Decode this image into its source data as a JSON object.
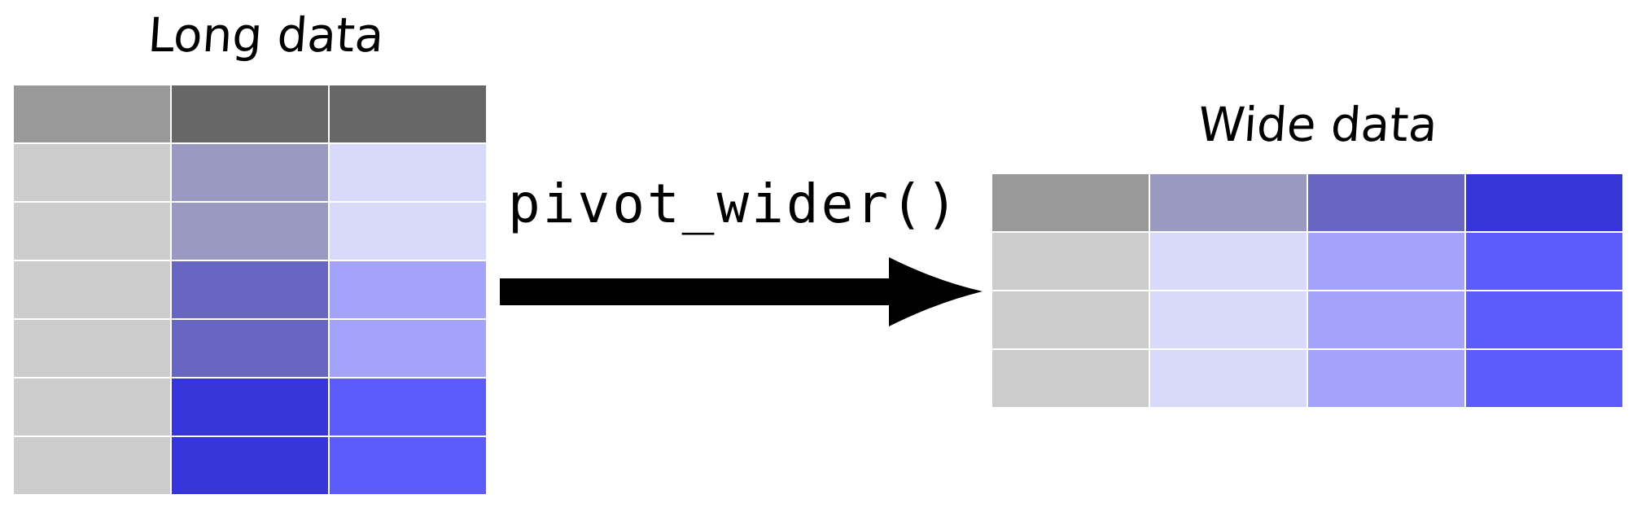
{
  "long_table": {
    "title": "Long data",
    "rows": [
      [
        "#999999",
        "#676767",
        "#676767"
      ],
      [
        "#cccccc",
        "#9999c2",
        "#d9d9fc"
      ],
      [
        "#cccccc",
        "#9999c2",
        "#d9d9fc"
      ],
      [
        "#cccccc",
        "#6767c2",
        "#a3a3fc"
      ],
      [
        "#cccccc",
        "#6767c2",
        "#a3a3fc"
      ],
      [
        "#cccccc",
        "#3535d9",
        "#5c5cfc"
      ],
      [
        "#cccccc",
        "#3535d9",
        "#5c5cfc"
      ]
    ]
  },
  "wide_table": {
    "title": "Wide data",
    "rows": [
      [
        "#999999",
        "#9999c2",
        "#6767c2",
        "#3535d9"
      ],
      [
        "#cccccc",
        "#d9d9fc",
        "#a3a3fc",
        "#5c5cfc"
      ],
      [
        "#cccccc",
        "#d9d9fc",
        "#a3a3fc",
        "#5c5cfc"
      ],
      [
        "#cccccc",
        "#d9d9fc",
        "#a3a3fc",
        "#5c5cfc"
      ]
    ]
  },
  "transform": {
    "function_name": "pivot_wider()",
    "arrow_color": "#000000",
    "arrow_icon": "right-arrow-icon"
  }
}
